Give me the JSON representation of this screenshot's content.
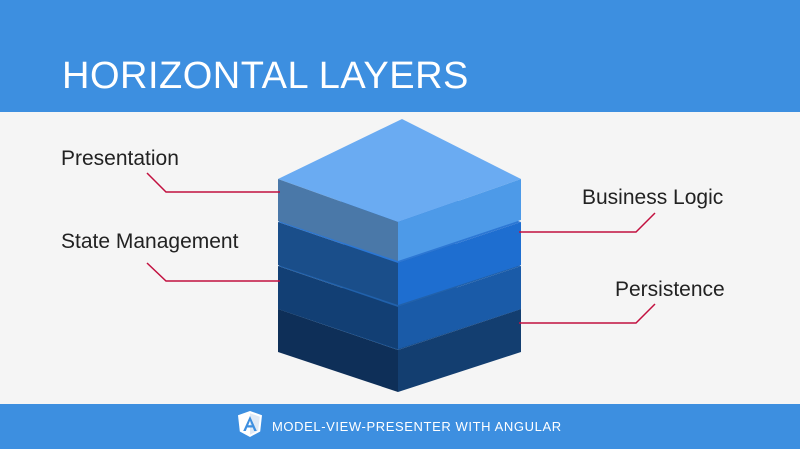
{
  "slide": {
    "title": "HORIZONTAL LAYERS"
  },
  "diagram": {
    "layers": [
      {
        "label": "Presentation"
      },
      {
        "label": "Business Logic"
      },
      {
        "label": "State Management"
      },
      {
        "label": "Persistence"
      }
    ]
  },
  "footer": {
    "logo_icon": "angular-logo-icon",
    "text": "MODEL-VIEW-PRESENTER WITH ANGULAR"
  },
  "colors": {
    "header_bar": "#3d8fe0",
    "background": "#f5f5f5",
    "connector_line": "#c2103f"
  }
}
